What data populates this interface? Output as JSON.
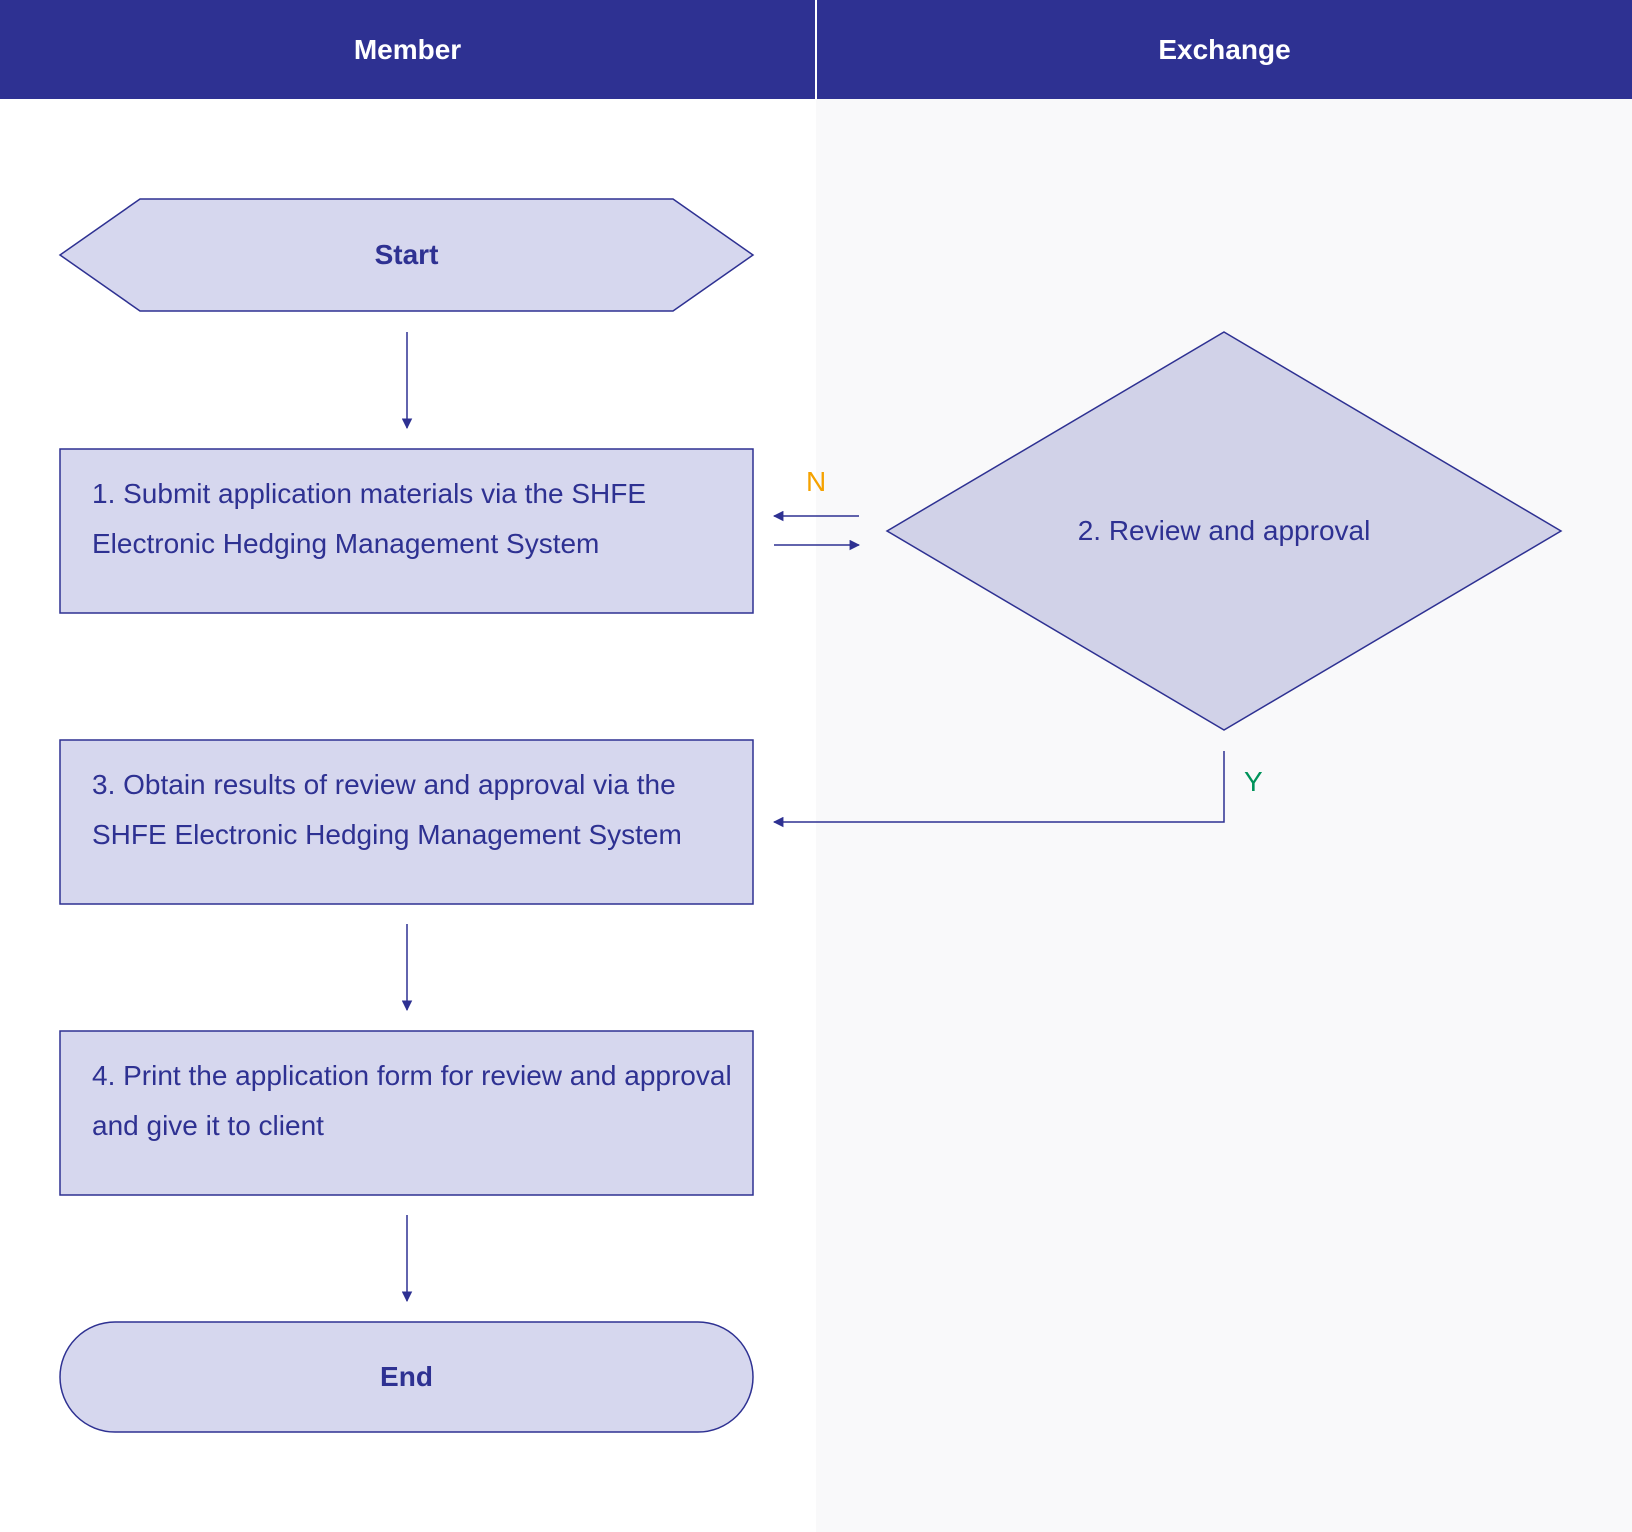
{
  "lanes": {
    "member": "Member",
    "exchange": "Exchange"
  },
  "nodes": {
    "start": "Start",
    "step1": "1. Submit application materials via the SHFE Electronic Hedging Management System",
    "step2": "2. Review and approval",
    "step3": "3. Obtain results of review and approval via the SHFE Electronic Hedging Management System",
    "step4": "4. Print the application form for review and approval and give it to client",
    "end": "End"
  },
  "edges": {
    "no_label": "N",
    "yes_label": "Y"
  },
  "colors": {
    "header_bg": "#2e3192",
    "node_fill": "#d6d7ee",
    "node_stroke": "#2e3192",
    "diamond_fill": "#d1d2e8",
    "no_color": "#f5a200",
    "yes_color": "#00935a",
    "exchange_lane_bg": "#f9f9fa"
  }
}
